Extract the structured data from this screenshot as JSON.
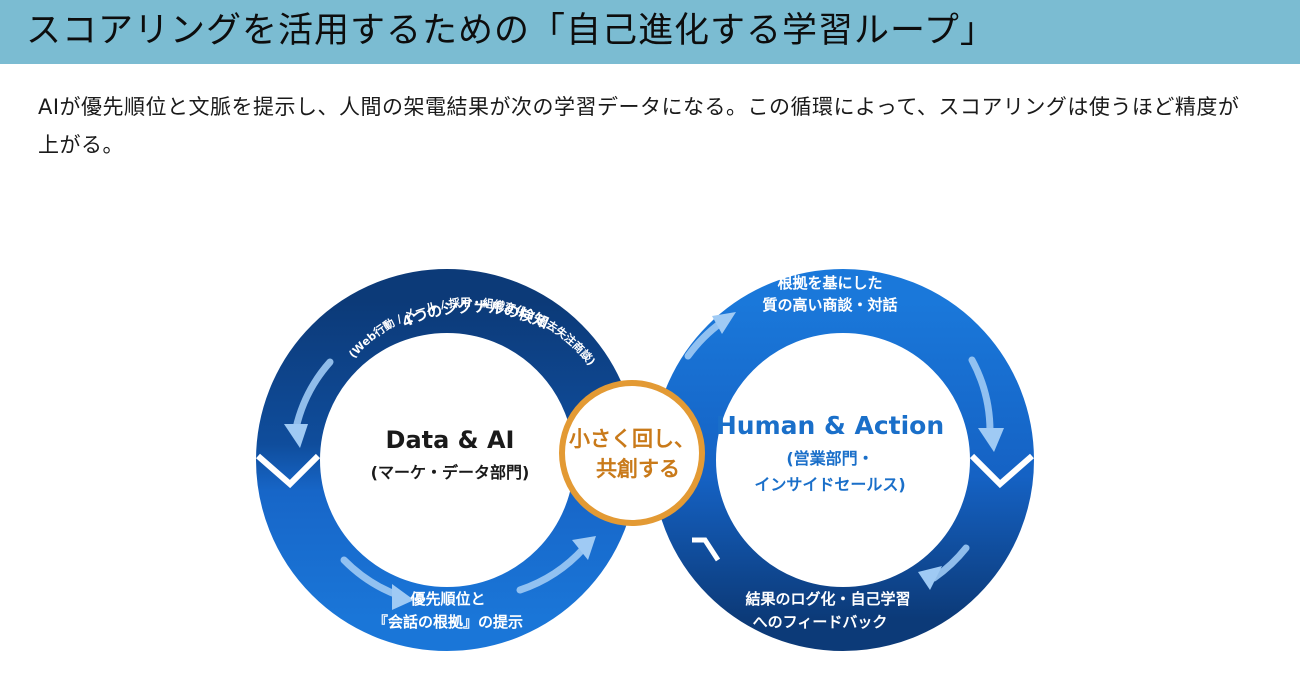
{
  "header": {
    "title": "スコアリングを活用するための「自己進化する学習ループ」"
  },
  "intro": {
    "text": "AIが優先順位と文脈を提示し、人間の架電結果が次の学習データになる。この循環によって、スコアリングは使うほど精度が上がる。"
  },
  "diagram": {
    "colors": {
      "dark_blue": "#0c3a78",
      "mid_blue": "#1562c4",
      "bright_blue": "#1a76d8",
      "center_ring": "#e39a34",
      "center_text": "#c97a1a",
      "title_left": "#1a1a1a",
      "title_right": "#1a6fc9"
    },
    "left_loop": {
      "title": "Data & AI",
      "subtitle": "(マーケ・データ部門)"
    },
    "right_loop": {
      "title": "Human & Action",
      "subtitle_line1": "(営業部門・",
      "subtitle_line2": "インサイドセールス)"
    },
    "center": {
      "line1": "小さく回し、",
      "line2": "共創する"
    },
    "labels": {
      "top_left_title": "4つのシグナルの検知",
      "top_left_detail": "(Web行動 / メール / 採用・組織変化 / 過去失注商談)",
      "bottom_left_line1": "優先順位と",
      "bottom_left_line2": "『会話の根拠』の提示",
      "top_right_line1": "根拠を基にした",
      "top_right_line2": "質の高い商談・対話",
      "bottom_right_line1": "結果のログ化・自己学習",
      "bottom_right_line2": "へのフィードバック"
    }
  }
}
